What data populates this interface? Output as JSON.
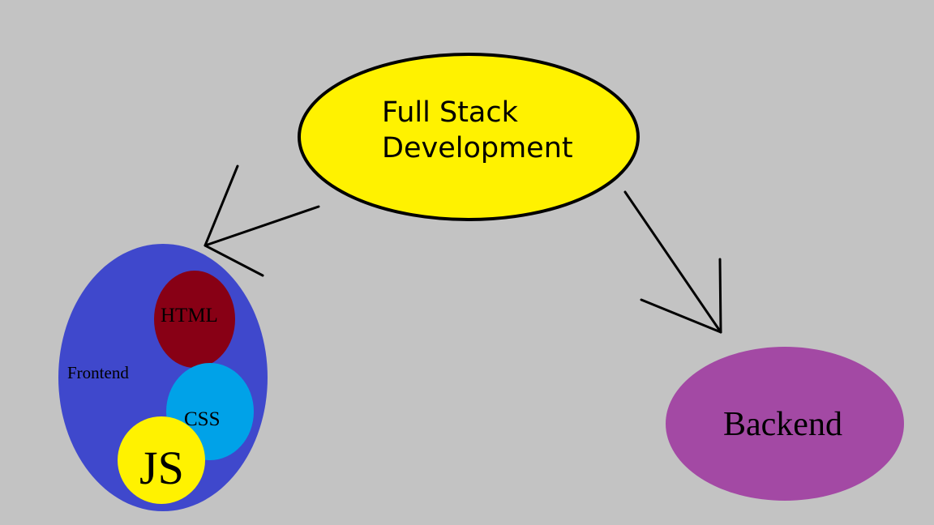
{
  "nodes": {
    "root": {
      "line1": "Full Stack",
      "line2": "Development",
      "fill": "#fff200"
    },
    "frontend": {
      "label": "Frontend",
      "fill": "#3f48cc"
    },
    "html": {
      "label": "HTML",
      "fill": "#880015"
    },
    "css": {
      "label": "CSS",
      "fill": "#00a2e8"
    },
    "js": {
      "label": "JS",
      "fill": "#fff200"
    },
    "backend": {
      "label": "Backend",
      "fill": "#a349a4"
    }
  },
  "colors": {
    "background": "#c3c3c3",
    "stroke": "#000000"
  }
}
